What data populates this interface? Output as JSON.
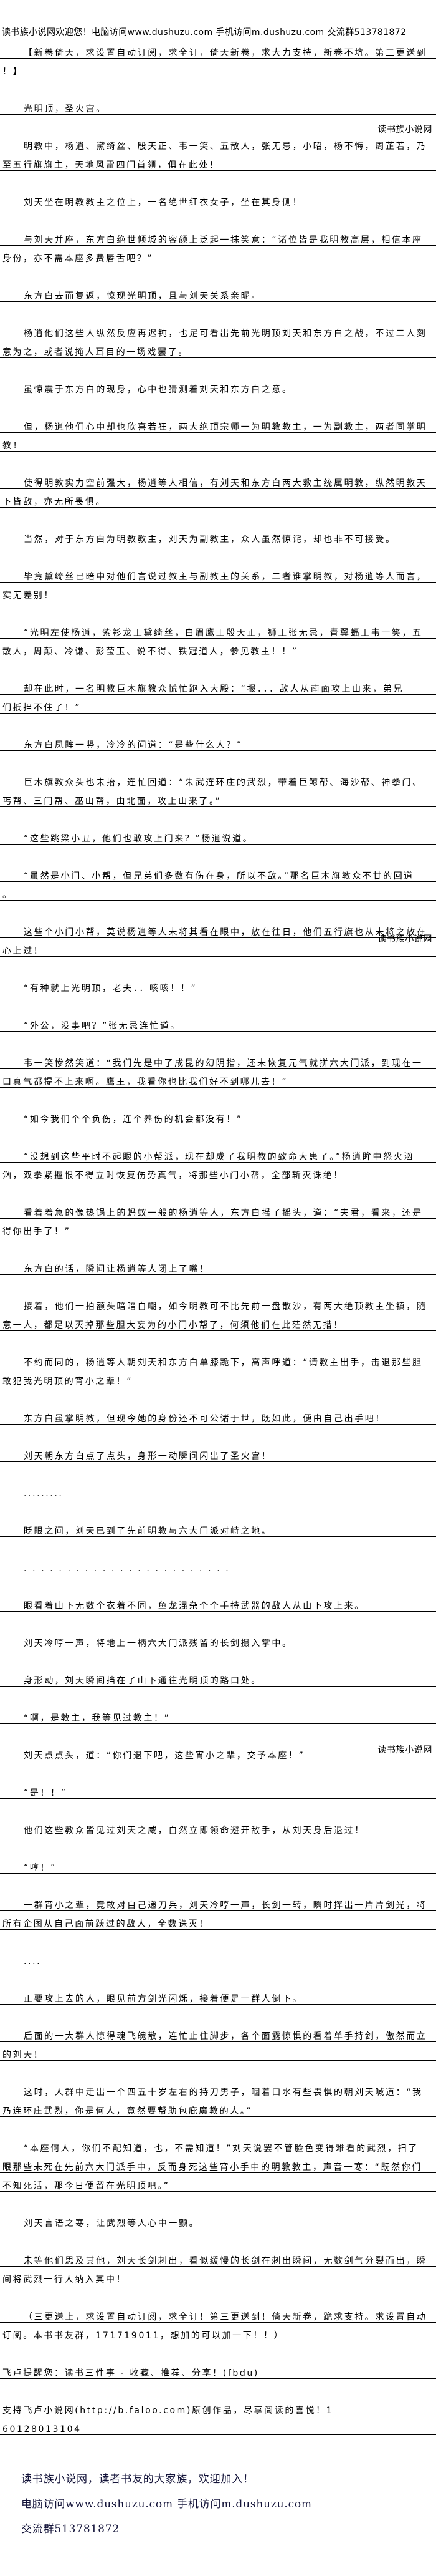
{
  "header": {
    "text": "读书族小说网欢迎您！电脑访问www.dushuzu.com 手机访问m.dushuzu.com 交流群513781872"
  },
  "watermark": "读书族小说网",
  "paragraphs": [
    {
      "indent": true,
      "lines": [
        "【新卷倚天，求设置自动订阅，求全订，倚天新卷，求大力支持，新卷不坑。第三更送到",
        "！】"
      ]
    },
    {
      "indent": true,
      "lines": [
        "光明顶，圣火宫。"
      ]
    },
    {
      "indent": true,
      "lines": [
        "明教中，杨逍、黛绮丝、殷天正、韦一笑、五散人，张无忌，小昭，杨不悔，周芷若，乃",
        "至五行旗旗主，天地风雷四门首领，俱在此处！"
      ]
    },
    {
      "indent": true,
      "lines": [
        "刘天坐在明教教主之位上，一名绝世红衣女子，坐在其身侧！"
      ]
    },
    {
      "indent": true,
      "lines": [
        "与刘天并座，东方白绝世倾城的容颜上泛起一抹笑意：“诸位皆是我明教高层，相信本座",
        "身份，亦不需本座多费唇舌吧？”"
      ]
    },
    {
      "indent": true,
      "lines": [
        "东方白去而复返，惊现光明顶，且与刘天关系亲昵。"
      ]
    },
    {
      "indent": true,
      "lines": [
        "杨逍他们这些人纵然反应再迟钝，也足可看出先前光明顶刘天和东方白之战，不过二人刻",
        "意为之，或者说掩人耳目的一场戏罢了。"
      ]
    },
    {
      "indent": true,
      "lines": [
        "虽惊震于东方白的现身，心中也猜测着刘天和东方白之意。"
      ]
    },
    {
      "indent": true,
      "lines": [
        "但，杨逍他们心中却也欣喜若狂，两大绝顶宗师一为明教教主，一为副教主，两者同掌明",
        "教！"
      ]
    },
    {
      "indent": true,
      "lines": [
        "使得明教实力空前强大，杨逍等人相信，有刘天和东方白两大教主统属明教，纵然明教天",
        "下皆敌，亦无所畏惧。"
      ]
    },
    {
      "indent": true,
      "lines": [
        "当然，对于东方白为明教教主，刘天为副教主，众人虽然惊诧，却也非不可接受。"
      ]
    },
    {
      "indent": true,
      "lines": [
        "毕竟黛绮丝已暗中对他们言说过教主与副教主的关系，二者谁掌明教，对杨逍等人而言，",
        "实无差别！"
      ]
    },
    {
      "indent": true,
      "lines": [
        "“光明左使杨逍，紫衫龙王黛绮丝，白眉鹰王殷天正，狮王张无忌，青翼蝠王韦一笑，五",
        "散人，周颠、冷谦、彭莹玉、说不得、铁冠道人，参见教主！！”"
      ]
    },
    {
      "indent": true,
      "lines": [
        "却在此时，一名明教巨木旗教众慌忙跑入大殿：“报．．．敌人从南面攻上山来，弟兄",
        "们抵挡不住了！”"
      ]
    },
    {
      "indent": true,
      "lines": [
        "东方白凤眸一竖，冷冷的问道：“是些什么人？”"
      ]
    },
    {
      "indent": true,
      "lines": [
        "巨木旗教众头也未抬，连忙回道：“朱武连环庄的武烈，带着巨鲸帮、海沙帮、神拳门、",
        "丐帮、三门帮、巫山帮，由北面，攻上山来了。”"
      ]
    },
    {
      "indent": true,
      "lines": [
        "“这些跳梁小丑，他们也敢攻上门来？”杨逍说道。"
      ]
    },
    {
      "indent": true,
      "lines": [
        "“虽然是小门、小帮，但兄弟们多数有伤在身，所以不敌。”那名巨木旗教众不甘的回道",
        "。"
      ]
    },
    {
      "indent": true,
      "lines": [
        "这些个小门小帮，莫说杨逍等人未将其看在眼中，放在往日，他们五行旗也从未将之放在",
        "心上过！"
      ]
    },
    {
      "indent": true,
      "lines": [
        "“有种就上光明顶，老夫．．咳咳！！”"
      ]
    },
    {
      "indent": true,
      "lines": [
        "“外公，没事吧？”张无忌连忙道。"
      ]
    },
    {
      "indent": true,
      "lines": [
        "韦一笑惨然笑道：“我们先是中了成昆的幻阴指，还未恢复元气就拼六大门派，到现在一",
        "口真气都提不上来啊。鹰王，我看你也比我们好不到哪儿去！”"
      ]
    },
    {
      "indent": true,
      "lines": [
        "“如今我们个个负伤，连个养伤的机会都没有！”"
      ]
    },
    {
      "indent": true,
      "lines": [
        "“没想到这些平时不起眼的小帮派，现在却成了我明教的致命大患了。”杨逍眸中怒火汹",
        "汹，双拳紧握恨不得立时恢复伤势真气，将那些小门小帮，全部斩灭诛绝！"
      ]
    },
    {
      "indent": true,
      "lines": [
        "看着着急的像热锅上的蚂蚁一般的杨逍等人，东方白摇了摇头，道：“夫君，看来，还是",
        "得你出手了！”"
      ]
    },
    {
      "indent": true,
      "lines": [
        "东方白的话，瞬间让杨逍等人闭上了嘴！"
      ]
    },
    {
      "indent": true,
      "lines": [
        "接着，他们一拍额头暗暗自嘲，如今明教可不比先前一盘散沙，有两大绝顶教主坐镇，随",
        "意一人，都足以灭掉那些胆大妄为的小门小帮了，何须他们在此茫然无措！"
      ]
    },
    {
      "indent": true,
      "lines": [
        "不约而同的，杨逍等人朝刘天和东方白单膝跪下，高声呼道：“请教主出手，击退那些胆",
        "敢犯我光明顶的宵小之辈！”"
      ]
    },
    {
      "indent": true,
      "lines": [
        "东方白虽掌明教，但现今她的身份还不可公诸于世，既如此，便由自己出手吧！"
      ]
    },
    {
      "indent": true,
      "lines": [
        "刘天朝东方白点了点头，身形一动瞬间闪出了圣火宫！"
      ]
    },
    {
      "indent": true,
      "lines": "........."
    },
    {
      "indent": true,
      "lines": [
        "眨眼之间，刘天已到了先前明教与六大门派对峙之地。"
      ]
    },
    {
      "indent": true,
      "lines": [
        ". .  . . . . . . . . . . . . . . . . . . .  . . ."
      ]
    },
    {
      "indent": true,
      "lines": [
        "眼看着山下无数个衣着不同，鱼龙混杂个个手持武器的敌人从山下攻上来。"
      ]
    },
    {
      "indent": true,
      "lines": [
        "刘天冷哼一声，将地上一柄六大门派残留的长剑摄入掌中。"
      ]
    },
    {
      "indent": true,
      "lines": [
        "身形动，刘天瞬间挡在了山下通往光明顶的路口处。"
      ]
    },
    {
      "indent": true,
      "lines": [
        "“啊，是教主，我等见过教主！”"
      ]
    },
    {
      "indent": true,
      "lines": [
        "刘天点点头，道：“你们退下吧，这些宵小之辈，交予本座！”"
      ]
    },
    {
      "indent": true,
      "lines": [
        "“是！！”"
      ]
    },
    {
      "indent": true,
      "lines": [
        "他们这些教众皆见过刘天之威，自然立即领命避开敌手，从刘天身后退过！"
      ]
    },
    {
      "indent": true,
      "lines": [
        "“哼！”"
      ]
    },
    {
      "indent": true,
      "lines": [
        "一群宵小之辈，竟敢对自己递刀兵，刘天冷哼一声，长剑一转，瞬时挥出一片片剑光，将",
        "所有企图从自己面前跃过的敌人，全数诛灭！"
      ]
    },
    {
      "indent": true,
      "lines": [
        "...."
      ]
    },
    {
      "indent": true,
      "lines": [
        "正要攻上去的人，眼见前方剑光闪烁，接着便是一群人倒下。"
      ]
    },
    {
      "indent": true,
      "lines": [
        "后面的一大群人惊得魂飞魄散，连忙止住脚步，各个面露惊惧的看着单手持剑，傲然而立",
        "的刘天！"
      ]
    },
    {
      "indent": true,
      "lines": [
        "这时，人群中走出一个四五十岁左右的持刀男子，咽着口水有些畏惧的朝刘天喊道：“我",
        "乃连环庄武烈，你是何人，竟然要帮助包庇魔教的人。”"
      ]
    },
    {
      "indent": true,
      "lines": [
        "“本座何人，你们不配知道，也，不需知道！”刘天说罢不管脸色变得难看的武烈，扫了",
        "眼那些未死在先前六大门派手中，反而身死这些宵小手中的明教教主，声音一寒：“既然你们",
        "不知死活，那今日便留在光明顶吧。”"
      ]
    },
    {
      "indent": true,
      "lines": [
        "刘天言语之寒，让武烈等人心中一颤。"
      ]
    },
    {
      "indent": true,
      "lines": [
        "未等他们思及其他，刘天长剑刺出，看似缓慢的长剑在刺出瞬间，无数剑气分裂而出，瞬",
        "间将武烈一行人纳入其中！"
      ]
    },
    {
      "indent": true,
      "lines": [
        "（三更送上，求设置自动订阅，求全订！第三更送到！倚天新卷，跪求支持。求设置自动",
        "订阅。本书书友群，171719011，想加的可以加一下！！）"
      ]
    },
    {
      "indent": false,
      "lines": [
        "飞卢提醒您：读书三件事 - 收藏、推荐、分享！(fbdu)"
      ]
    },
    {
      "indent": false,
      "lines": [
        "支持飞卢小说网(http://b.faloo.com)原创作品，尽享阅读的喜悦！1",
        "60128013104"
      ]
    }
  ],
  "footer": {
    "line1": "读书族小说网，读者书友的大家族，欢迎加入！",
    "line2": "电脑访问www.dushuzu.com 手机访问m.dushuzu.com",
    "line3": "交流群513781872"
  }
}
